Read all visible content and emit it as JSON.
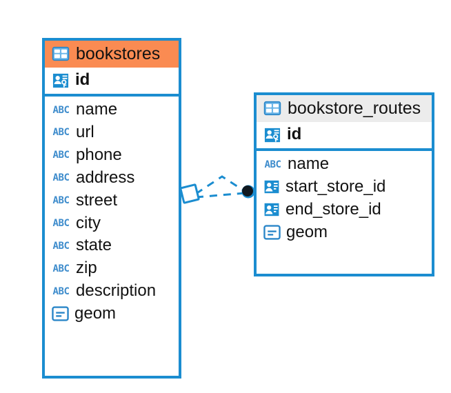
{
  "diagram": {
    "type": "entity-relationship-diagram",
    "background_color": "#ffffff",
    "accent_color": "#1b8dd0",
    "highlight_color": "#fa8b52",
    "header_gray": "#ececec"
  },
  "entities": [
    {
      "id": "bookstores",
      "title": "bookstores",
      "header_style": "highlighted",
      "header_color": "#fa8b52",
      "table_icon": "table-icon",
      "primary_key": {
        "label": "id",
        "icon": "primary-key-icon"
      },
      "fields": [
        {
          "label": "name",
          "icon": "abc-text-icon",
          "icon_text": "ABC"
        },
        {
          "label": "url",
          "icon": "abc-text-icon",
          "icon_text": "ABC"
        },
        {
          "label": "phone",
          "icon": "abc-text-icon",
          "icon_text": "ABC"
        },
        {
          "label": "address",
          "icon": "abc-text-icon",
          "icon_text": "ABC"
        },
        {
          "label": "street",
          "icon": "abc-text-icon",
          "icon_text": "ABC"
        },
        {
          "label": "city",
          "icon": "abc-text-icon",
          "icon_text": "ABC"
        },
        {
          "label": "state",
          "icon": "abc-text-icon",
          "icon_text": "ABC"
        },
        {
          "label": "zip",
          "icon": "abc-text-icon",
          "icon_text": "ABC"
        },
        {
          "label": "description",
          "icon": "abc-text-icon",
          "icon_text": "ABC"
        },
        {
          "label": "geom",
          "icon": "geometry-icon",
          "icon_text": ""
        }
      ]
    },
    {
      "id": "bookstore_routes",
      "title": "bookstore_routes",
      "header_style": "default",
      "header_color": "#ececec",
      "table_icon": "table-icon",
      "primary_key": {
        "label": "id",
        "icon": "primary-key-icon"
      },
      "fields": [
        {
          "label": "name",
          "icon": "abc-text-icon",
          "icon_text": "ABC"
        },
        {
          "label": "start_store_id",
          "icon": "foreign-key-icon",
          "icon_text": ""
        },
        {
          "label": "end_store_id",
          "icon": "foreign-key-icon",
          "icon_text": ""
        },
        {
          "label": "geom",
          "icon": "geometry-icon",
          "icon_text": ""
        }
      ]
    }
  ],
  "relationship": {
    "name": "bookstores-to-bookstore-routes",
    "line_style": "dashed",
    "line_color": "#1b8dd0",
    "source_endpoint": "diamond-outline",
    "target_endpoint": "filled-circle",
    "target_endpoint_color": "#101820"
  }
}
